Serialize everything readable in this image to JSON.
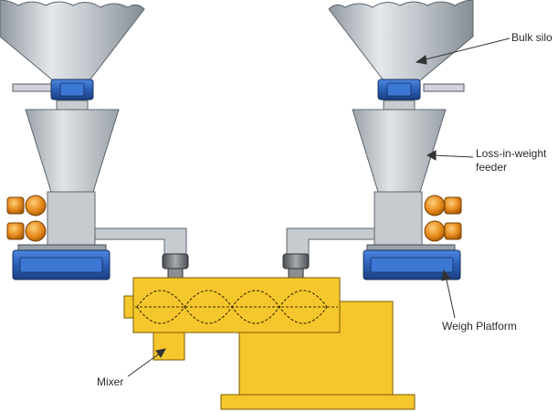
{
  "labels": {
    "bulk_silo": "Bulk silo",
    "feeder_line1": "Loss-in-weight",
    "feeder_line2": "feeder",
    "weigh_platform": "Weigh Platform",
    "mixer": "Mixer"
  },
  "colors": {
    "silo_steel": "#b8bfc6",
    "feeder_steel": "#c2c7cc",
    "collar_blue": "#2a5fb5",
    "platform_blue": "#2c64c0",
    "motor_orange": "#e68a1c",
    "mixer_yellow": "#f6c72c",
    "coupling_gray": "#6b6f74",
    "outline": "#3a3a3a"
  },
  "icons": [
    "silo-icon",
    "feeder-icon",
    "motor-icon",
    "weigh-platform-icon",
    "mixer-icon",
    "auger-screw-icon"
  ]
}
